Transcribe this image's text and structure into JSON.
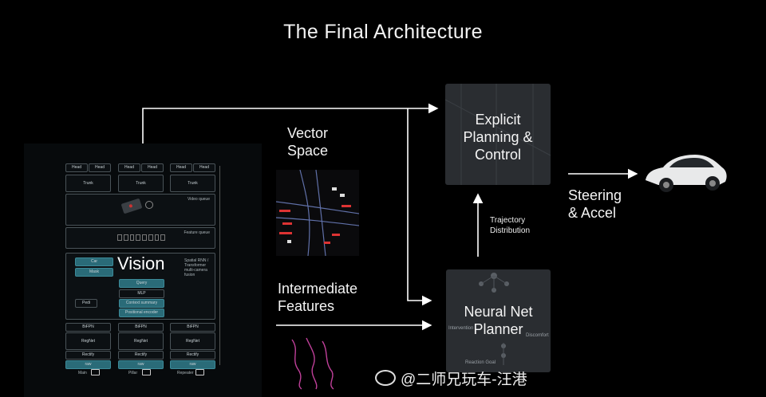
{
  "title": "The Final Architecture",
  "vision": {
    "label": "Vision",
    "heads": [
      "Head",
      "Head",
      "Head",
      "Head",
      "Head",
      "Head"
    ],
    "trunks": [
      "Trunk",
      "Trunk",
      "Trunk"
    ],
    "video_queue": "Video queue",
    "feature_queue": "Feature queue",
    "fusion_note": "Spatial RNN / Transformer multi-camera fusion",
    "left_blocks": [
      "Car",
      "Mask",
      "Pedi"
    ],
    "center_blocks": [
      "Query",
      "MLP",
      "Context summary",
      "Positional encoder"
    ],
    "bifpn": [
      "BiFPN",
      "BiFPN",
      "BiFPN"
    ],
    "regnet": [
      "RegNet",
      "RegNet",
      "RegNet"
    ],
    "rectify": [
      "Rectify",
      "Rectify",
      "Rectify"
    ],
    "raw": [
      "raw",
      "raw",
      "raw"
    ],
    "cameras": [
      "Main",
      "Pillar",
      "Repeater"
    ]
  },
  "vector_space": {
    "label_line1": "Vector",
    "label_line2": "Space"
  },
  "intermediate": {
    "label_line1": "Intermediate",
    "label_line2": "Features"
  },
  "planning": {
    "line1": "Explicit",
    "line2": "Planning &",
    "line3": "Control"
  },
  "planner": {
    "line1": "Neural Net",
    "line2": "Planner",
    "sub_left": "Intervention",
    "sub_right": "Discomfort",
    "sub_bottom": "Reaction Goal"
  },
  "trajectory": {
    "line1": "Trajectory",
    "line2": "Distribution"
  },
  "output": {
    "line1": "Steering",
    "line2": "& Accel"
  },
  "watermark": "@二师兄玩车-汪港",
  "colors": {
    "background": "#000000",
    "box": "#2a2d31",
    "teal": "#2a6b78",
    "arrow": "#ffffff"
  }
}
